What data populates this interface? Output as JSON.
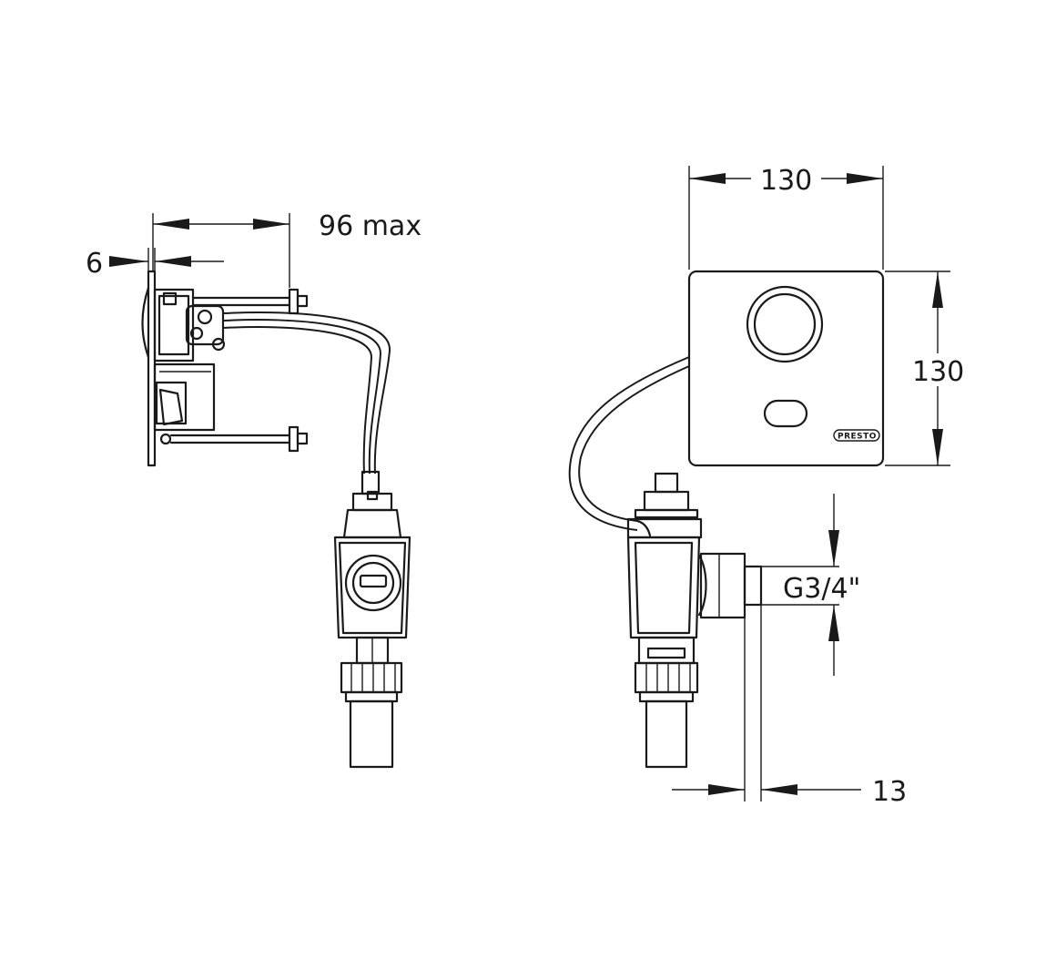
{
  "dimensions": {
    "side_depth": "96 max",
    "plate_thickness": "6",
    "plate_width": "130",
    "plate_height": "130",
    "thread": "G3/4\"",
    "outlet_offset": "13"
  },
  "brand": {
    "logo_text": "PRESTO"
  }
}
